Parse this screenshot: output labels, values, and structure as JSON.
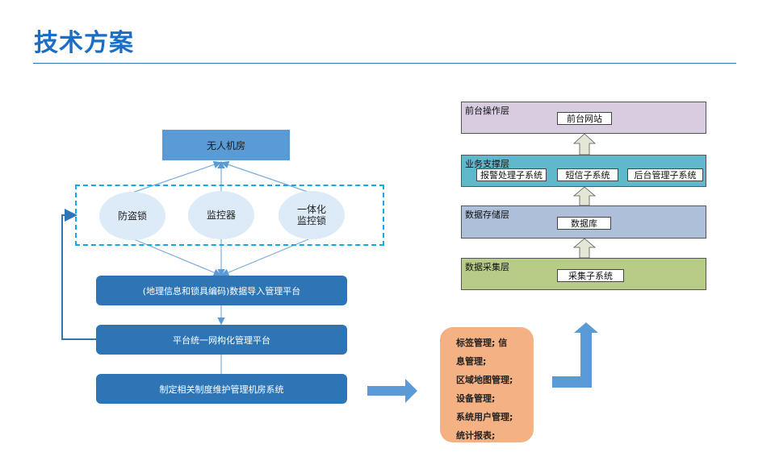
{
  "header": {
    "title": "技术方案"
  },
  "left_flow": {
    "top_node": "无人机房",
    "devices": [
      {
        "label_line1": "防盗锁",
        "label_line2": ""
      },
      {
        "label_line1": "监控器",
        "label_line2": ""
      },
      {
        "label_line1": "一体化",
        "label_line2": "监控锁"
      }
    ],
    "steps": [
      "(地理信息和锁具编码)数据导入管理平台",
      "平台统一网构化管理平台",
      "制定相关制度维护管理机房系统"
    ]
  },
  "functions": {
    "lines": [
      "标签管理; 信",
      "息管理;",
      "区域地图管理;",
      "设备管理;",
      "系统用户管理;",
      "统计报表;"
    ]
  },
  "architecture": {
    "layers": [
      {
        "name": "前台操作层",
        "color": "#d7cce0",
        "items": [
          "前台网站"
        ]
      },
      {
        "name": "业务支撑层",
        "color": "#5fb8cc",
        "items": [
          "报警处理子系统",
          "短信子系统",
          "后台管理子系统"
        ]
      },
      {
        "name": "数据存储层",
        "color": "#adbfd9",
        "items": [
          "数据库"
        ]
      },
      {
        "name": "数据采集层",
        "color": "#b7cc86",
        "items": [
          "采集子系统"
        ]
      }
    ]
  },
  "colors": {
    "title": "#1a6fc4",
    "flow_box": "#2e75b6",
    "top_node": "#5b9bd5",
    "dashed_border": "#16a7e4",
    "ellipse": "#dcebf7",
    "function_box": "#f4b183",
    "big_arrow": "#5b9bd5",
    "layer_arrow": "#e4e7d6"
  }
}
